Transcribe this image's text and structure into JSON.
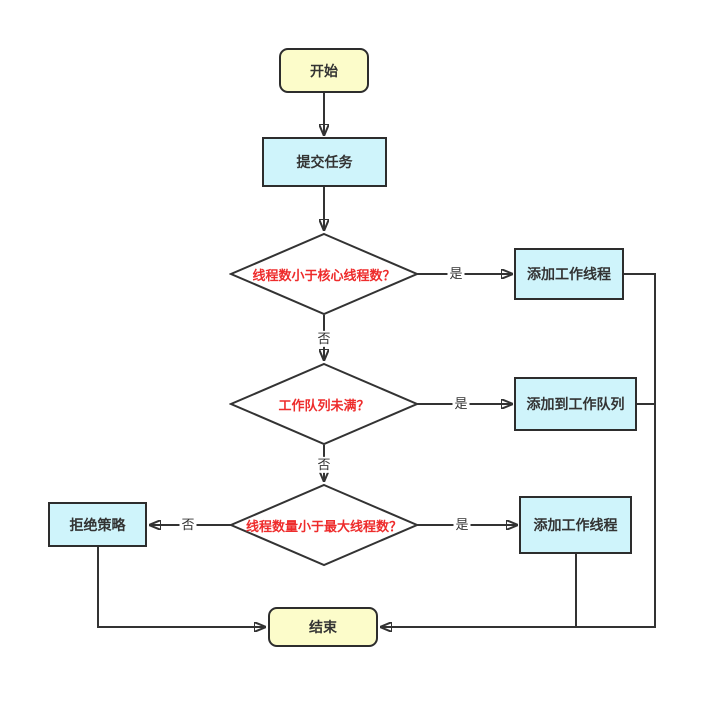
{
  "diagram": {
    "title": "thread-pool-task-flowchart",
    "nodes": {
      "start": {
        "label": "开始",
        "type": "terminal"
      },
      "submit_task": {
        "label": "提交任务",
        "type": "process"
      },
      "d1": {
        "label": "线程数小于核心线程数？",
        "type": "decision"
      },
      "add_worker_1": {
        "label": "添加工作线程",
        "type": "process"
      },
      "d2": {
        "label": "工作队列未满？",
        "type": "decision"
      },
      "add_queue": {
        "label": "添加到工作队列",
        "type": "process"
      },
      "d3": {
        "label": "线程数量小于最大线程数？",
        "type": "decision"
      },
      "reject": {
        "label": "拒绝策略",
        "type": "process"
      },
      "add_worker_2": {
        "label": "添加工作线程",
        "type": "process"
      },
      "end": {
        "label": "结束",
        "type": "terminal"
      }
    },
    "edge_labels": {
      "d1_yes": "是",
      "d1_no": "否",
      "d2_yes": "是",
      "d2_no": "否",
      "d3_yes": "是",
      "d3_no": "否"
    },
    "colors": {
      "terminal_fill": "#FCFCCA",
      "process_fill": "#CFF4FB",
      "decision_fill": "#FFFFFF",
      "border": "#2D2D2D",
      "line": "#333333",
      "decision_text": "#EE2C2C",
      "node_text": "#333333",
      "background": "#FFFFFF"
    }
  }
}
